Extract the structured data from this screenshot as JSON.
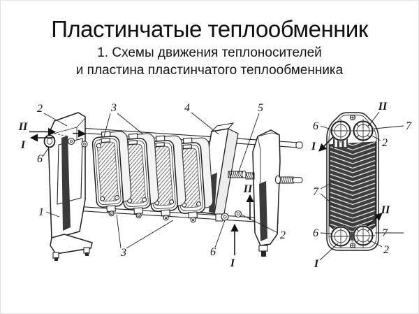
{
  "slide": {
    "title": "Пластинчатые теплообменник",
    "subtitle_line1": "1. Схемы движения теплоносителей",
    "subtitle_line2": "и пластина пластинчатого теплообменника"
  },
  "colors": {
    "background": "#ffffff",
    "ink": "#141414",
    "drawing_line": "#1e1e1e",
    "dark_shading": "#3b3b3b",
    "light_face": "#f2f2f2"
  },
  "figure": {
    "assembly": {
      "name": "схема движения теплоносителей (разборный пластинчатый теплообменник)",
      "labels": [
        {
          "ref": "part-2-port-top-left",
          "text": "2"
        },
        {
          "ref": "stream-II-inlet-left",
          "text": "II"
        },
        {
          "ref": "stream-I-outlet-left",
          "text": "I"
        },
        {
          "ref": "part-6-nozzle-left",
          "text": "6"
        },
        {
          "ref": "part-3-plates-top",
          "text": "3"
        },
        {
          "ref": "part-4-pressure-plate",
          "text": "4"
        },
        {
          "ref": "part-5-tie-bolt",
          "text": "5"
        },
        {
          "ref": "part-1-fixed-plate",
          "text": "1"
        },
        {
          "ref": "part-3-plates-bottom",
          "text": "3"
        },
        {
          "ref": "part-6-nozzle-bottom",
          "text": "6"
        },
        {
          "ref": "stream-II-mid",
          "text": "II"
        },
        {
          "ref": "part-2-nozzle-right",
          "text": "2"
        },
        {
          "ref": "stream-I-bottom",
          "text": "I"
        }
      ]
    },
    "plate": {
      "name": "пластина пластинчатого теплообменника",
      "labels": [
        {
          "ref": "stream-II-top",
          "text": "II"
        },
        {
          "ref": "part-6-port-top-left",
          "text": "6"
        },
        {
          "ref": "part-7-gasket-top-right",
          "text": "7"
        },
        {
          "ref": "part-2-port-top-right",
          "text": "2"
        },
        {
          "ref": "stream-I-top",
          "text": "I"
        },
        {
          "ref": "part-7-corrugations",
          "text": "7"
        },
        {
          "ref": "stream-II-bottom",
          "text": "II"
        },
        {
          "ref": "part-6-port-bottom-left",
          "text": "6"
        },
        {
          "ref": "part-7-gasket-bottom-right",
          "text": "7"
        },
        {
          "ref": "part-2-port-bottom-right",
          "text": "2"
        },
        {
          "ref": "stream-I-bottom",
          "text": "I"
        }
      ]
    }
  }
}
